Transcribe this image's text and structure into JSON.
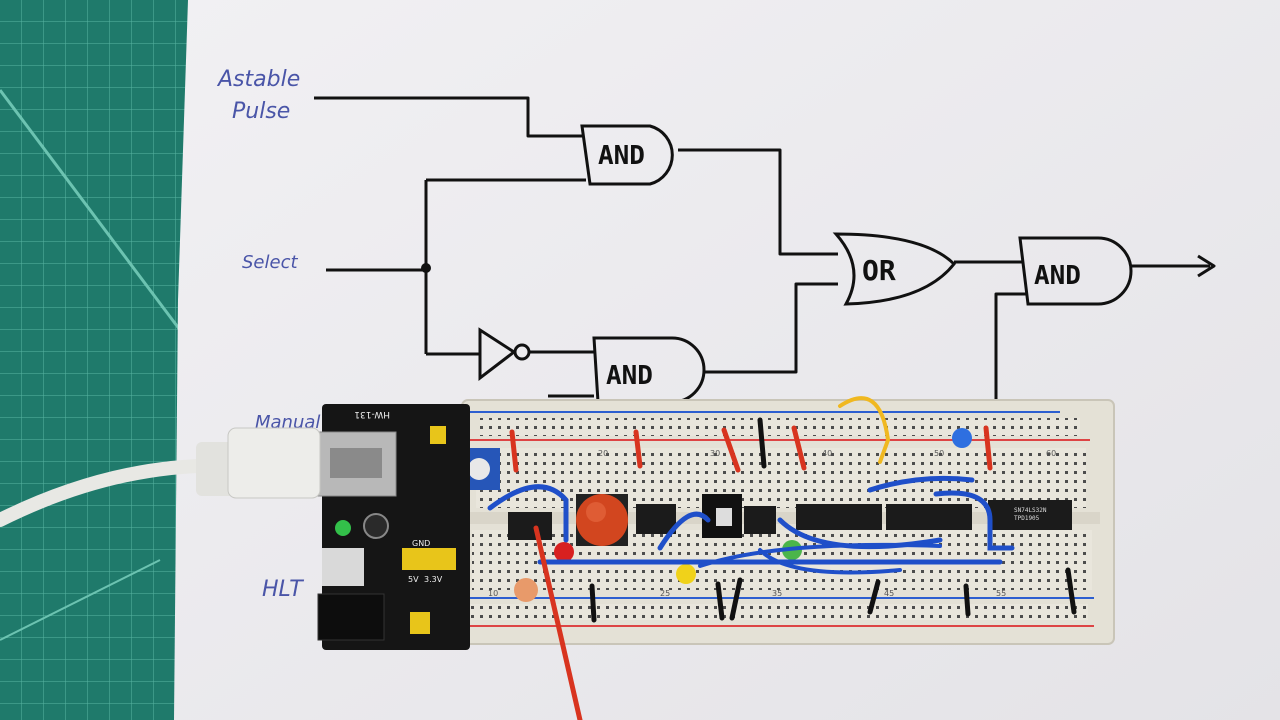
{
  "labels": {
    "astable_line1": "Astable",
    "astable_line2": "Pulse",
    "select": "Select",
    "manual": "Manual",
    "hlt": "HLT"
  },
  "gates": {
    "and_top": "AND",
    "and_bottom": "AND",
    "or_mid": "OR",
    "and_out": "AND"
  },
  "power_module": {
    "model": "HW-131",
    "v33": "3.3V",
    "v5": "5V",
    "gnd": "GND"
  },
  "chip_marking": {
    "line1": "SN74LS32N",
    "line2": "TPD1905"
  },
  "breadboard_numbers": [
    "20",
    "30",
    "40",
    "50",
    "60",
    "10",
    "25",
    "35",
    "45",
    "55"
  ],
  "colors": {
    "mat": "#1f7a6b",
    "paper": "#ecebee",
    "ink": "#111111",
    "handwriting": "#4a55a8",
    "breadboard": "#e9e6dc",
    "module": "#151515",
    "wire_blue": "#1f4fc9",
    "wire_red": "#d8341f"
  }
}
